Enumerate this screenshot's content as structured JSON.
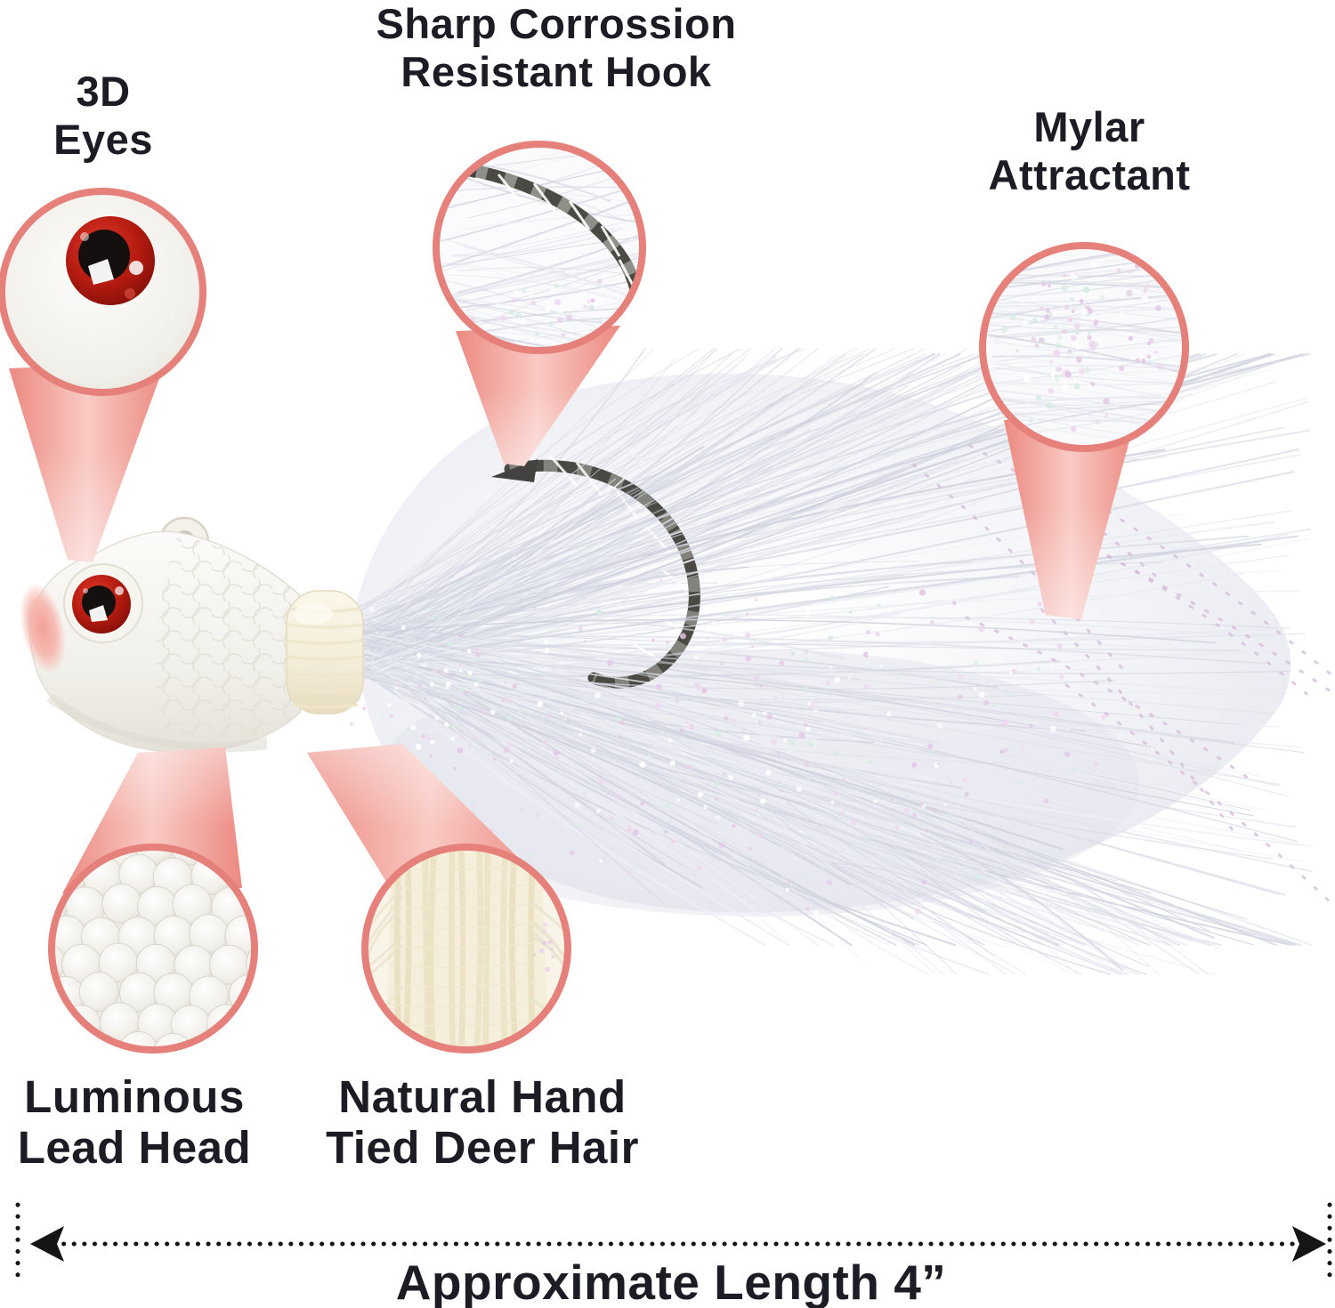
{
  "callouts": {
    "eyes": {
      "line1": "3D",
      "line2": "Eyes"
    },
    "hook": {
      "line1": "Sharp Corrossion",
      "line2": "Resistant Hook"
    },
    "mylar": {
      "line1": "Mylar",
      "line2": "Attractant"
    },
    "lead_head": {
      "line1": "Luminous",
      "line2": "Lead Head"
    },
    "deer_hair": {
      "line1": "Natural Hand",
      "line2": "Tied Deer Hair"
    }
  },
  "measurement": {
    "label": "Approximate Length 4”"
  },
  "colors": {
    "accent_salmon": "#ee8d84",
    "accent_salmon_light": "#f9cfc9",
    "callout_ring": "#e5807a",
    "text": "#1c1c25",
    "eye_red": "#c02015",
    "hook_dark": "#4a4943",
    "lure_white": "#f3f1ec",
    "hair_tint": "#e9eaf1"
  }
}
